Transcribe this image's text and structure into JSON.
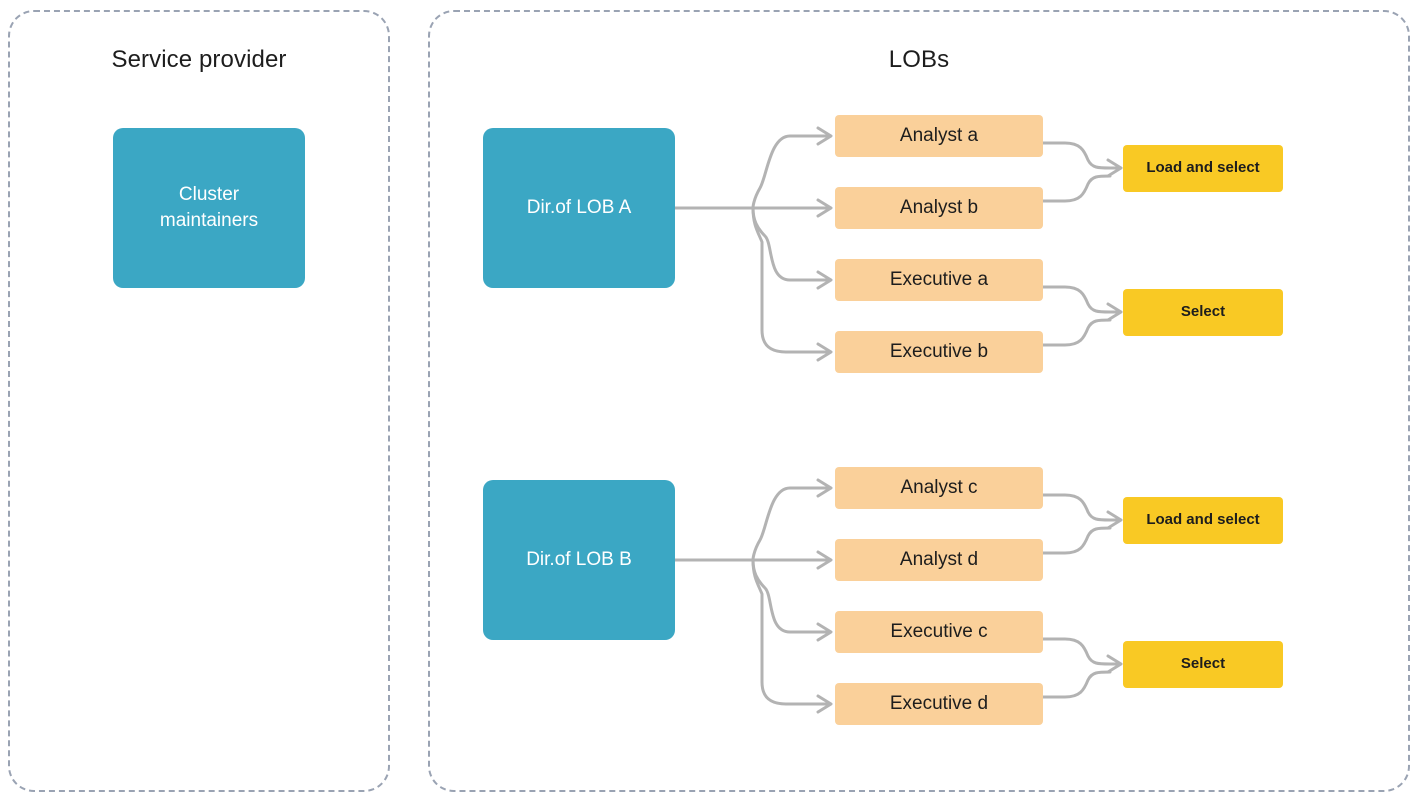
{
  "diagram": {
    "panels": [
      {
        "id": "service-provider",
        "title": "Service provider"
      },
      {
        "id": "lobs",
        "title": "LOBs"
      }
    ],
    "nodes": {
      "cluster_maintainers": {
        "label": "Cluster\nmaintainers",
        "line1": "Cluster",
        "line2": "maintainers",
        "color": "#3ba7c4",
        "shape": "rounded-rect"
      },
      "dir_lob_a": {
        "label": "Dir.of LOB A",
        "color": "#3ba7c4",
        "shape": "rounded-rect"
      },
      "dir_lob_b": {
        "label": "Dir.of LOB B",
        "color": "#3ba7c4",
        "shape": "rounded-rect"
      },
      "analyst_a": {
        "label": "Analyst a",
        "color": "#fad09a",
        "shape": "rect"
      },
      "analyst_b": {
        "label": "Analyst b",
        "color": "#fad09a",
        "shape": "rect"
      },
      "executive_a": {
        "label": "Executive a",
        "color": "#fad09a",
        "shape": "rect"
      },
      "executive_b": {
        "label": "Executive b",
        "color": "#fad09a",
        "shape": "rect"
      },
      "analyst_c": {
        "label": "Analyst c",
        "color": "#fad09a",
        "shape": "rect"
      },
      "analyst_d": {
        "label": "Analyst d",
        "color": "#fad09a",
        "shape": "rect"
      },
      "executive_c": {
        "label": "Executive c",
        "color": "#fad09a",
        "shape": "rect"
      },
      "executive_d": {
        "label": "Executive d",
        "color": "#fad09a",
        "shape": "rect"
      },
      "load_and_select_a": {
        "label": "Load and select",
        "color": "#f9c924",
        "shape": "rect"
      },
      "select_a": {
        "label": "Select",
        "color": "#f9c924",
        "shape": "rect"
      },
      "load_and_select_b": {
        "label": "Load and select",
        "color": "#f9c924",
        "shape": "rect"
      },
      "select_b": {
        "label": "Select",
        "color": "#f9c924",
        "shape": "rect"
      }
    },
    "edges": [
      {
        "from": "dir_lob_a",
        "to": "analyst_a"
      },
      {
        "from": "dir_lob_a",
        "to": "analyst_b"
      },
      {
        "from": "dir_lob_a",
        "to": "executive_a"
      },
      {
        "from": "dir_lob_a",
        "to": "executive_b"
      },
      {
        "from": "analyst_a",
        "to": "load_and_select_a"
      },
      {
        "from": "analyst_b",
        "to": "load_and_select_a"
      },
      {
        "from": "executive_a",
        "to": "select_a"
      },
      {
        "from": "executive_b",
        "to": "select_a"
      },
      {
        "from": "dir_lob_b",
        "to": "analyst_c"
      },
      {
        "from": "dir_lob_b",
        "to": "analyst_d"
      },
      {
        "from": "dir_lob_b",
        "to": "executive_c"
      },
      {
        "from": "dir_lob_b",
        "to": "executive_d"
      },
      {
        "from": "analyst_c",
        "to": "load_and_select_b"
      },
      {
        "from": "analyst_d",
        "to": "load_and_select_b"
      },
      {
        "from": "executive_c",
        "to": "select_b"
      },
      {
        "from": "executive_d",
        "to": "select_b"
      }
    ],
    "colors": {
      "panel_border": "#9aa3b3",
      "teal": "#3ba7c4",
      "orange": "#fad09a",
      "yellow": "#f9c924",
      "connector": "#b3b3b3",
      "text_dark": "#1d1d1d",
      "text_light": "#ffffff",
      "background": "#ffffff"
    }
  }
}
